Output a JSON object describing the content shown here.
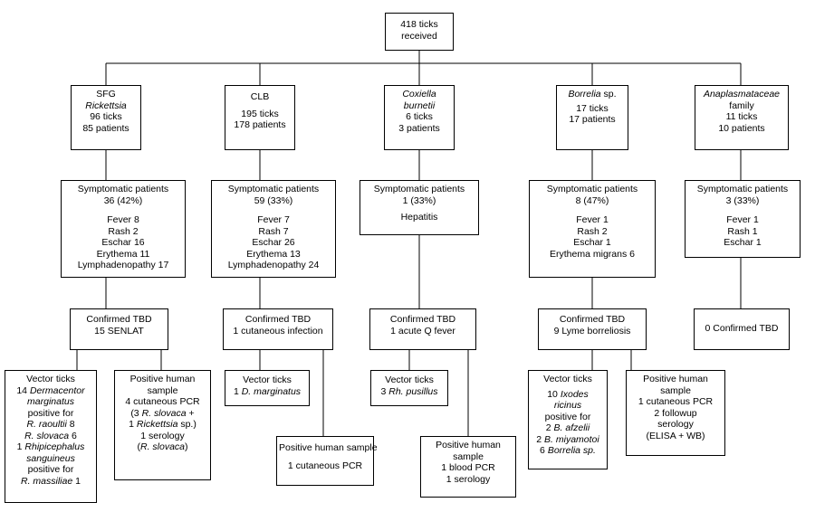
{
  "root": {
    "lines": [
      "418 ticks",
      "received"
    ]
  },
  "columns": [
    {
      "pathogen": [
        "SFG",
        "Rickettsia",
        "96 ticks",
        "85 patients"
      ],
      "symptomatic": {
        "header": [
          "Symptomatic patients",
          "36 (42%)"
        ],
        "items": [
          "Fever 8",
          "Rash 2",
          "Eschar 16",
          "Erythema 11",
          "Lymphadenopathy 17"
        ]
      },
      "confirmed": [
        "Confirmed TBD",
        "15 SENLAT"
      ],
      "vector": {
        "title": "Vector ticks",
        "l1": "14",
        "l1b": "Dermacentor",
        "l2": "marginatus",
        "l3": "positive for",
        "l4": "R. raoultii",
        "l4b": "8",
        "l5": "R. slovaca",
        "l5b": "6",
        "l6": "1",
        "l6b": "Rhipicephalus",
        "l7": "sanguineus",
        "l8": "positive for",
        "l9": "R. massiliae",
        "l9b": "1"
      },
      "human": {
        "l1": "Positive human",
        "l2": "sample",
        "l3": "4 cutaneous PCR",
        "l4a": "(3",
        "l4b": "R. slovaca",
        "l4c": "+",
        "l5a": "1",
        "l5b": "Rickettsia",
        "l5c": "sp.)",
        "l6": "1 serology",
        "l7a": "(",
        "l7b": "R. slovaca",
        "l7c": ")"
      }
    },
    {
      "pathogen": [
        "CLB",
        "195 ticks",
        "178 patients"
      ],
      "symptomatic": {
        "header": [
          "Symptomatic patients",
          "59 (33%)"
        ],
        "items": [
          "Fever 7",
          "Rash 7",
          "Eschar 26",
          "Erythema 13",
          "Lymphadenopathy 24"
        ]
      },
      "confirmed": [
        "Confirmed TBD",
        "1 cutaneous infection"
      ],
      "vector": {
        "title": "Vector ticks",
        "l1a": "1",
        "l1b": "D. marginatus"
      },
      "human": [
        "Positive human sample",
        "1 cutaneous PCR"
      ]
    },
    {
      "pathogen": [
        "Coxiella",
        "burnetii",
        "6 ticks",
        "3 patients"
      ],
      "symptomatic": {
        "header": [
          "Symptomatic patients",
          "1 (33%)"
        ],
        "items": [
          "Hepatitis"
        ]
      },
      "confirmed": [
        "Confirmed TBD",
        "1 acute Q fever"
      ],
      "vector": {
        "title": "Vector ticks",
        "l1a": "3",
        "l1b": "Rh. pusillus"
      },
      "human": [
        "Positive human",
        "sample",
        "1 blood PCR",
        "1 serology"
      ]
    },
    {
      "pathogen": [
        "Borrelia",
        "sp.",
        "17 ticks",
        "17 patients"
      ],
      "symptomatic": {
        "header": [
          "Symptomatic patients",
          "8 (47%)"
        ],
        "items": [
          "Fever 1",
          "Rash 2",
          "Eschar 1",
          "Erythema migrans 6"
        ]
      },
      "confirmed": [
        "Confirmed TBD",
        "9 Lyme borreliosis"
      ],
      "vector": {
        "title": "Vector ticks",
        "l1a": "10",
        "l1b": "Ixodes",
        "l2": "ricinus",
        "l3": "positive for",
        "l4a": "2",
        "l4b": "B. afzelii",
        "l5a": "2",
        "l5b": "B. miyamotoi",
        "l6a": "6",
        "l6b": "Borrelia",
        "l6c": "sp."
      },
      "human": [
        "Positive human",
        "sample",
        "1 cutaneous PCR",
        "2 followup",
        "serology",
        "(ELISA + WB)"
      ]
    },
    {
      "pathogen": [
        "Anaplasmataceae",
        "family",
        "11 ticks",
        "10 patients"
      ],
      "symptomatic": {
        "header": [
          "Symptomatic patients",
          "3 (33%)"
        ],
        "items": [
          "Fever 1",
          "Rash 1",
          "Eschar 1"
        ]
      },
      "confirmed": [
        "0 Confirmed TBD"
      ]
    }
  ]
}
